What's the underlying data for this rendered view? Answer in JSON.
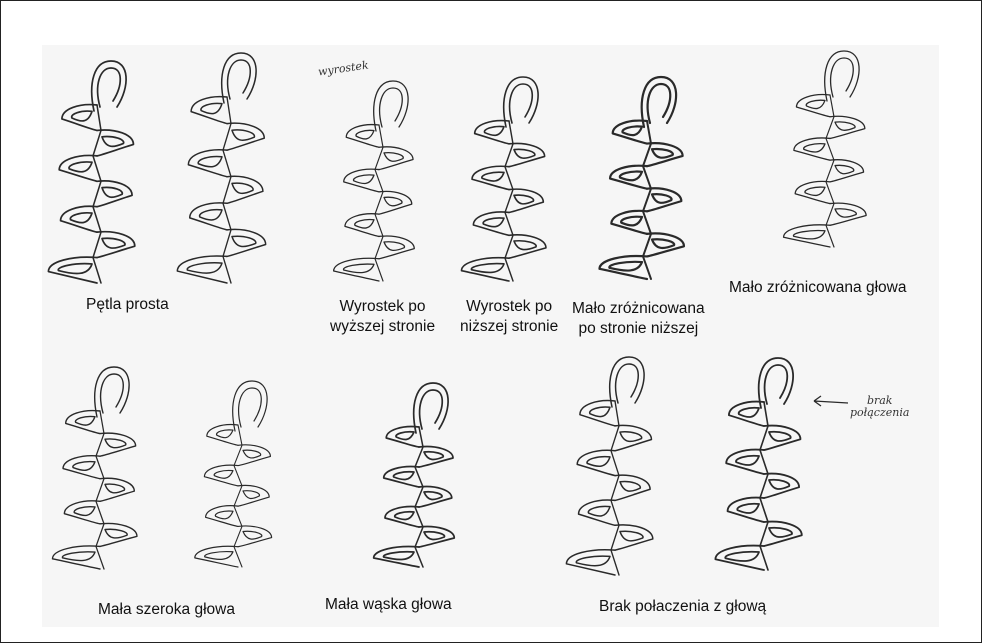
{
  "figures": [
    {
      "name": "petla-prosta-a",
      "caption_ref": "petla_prosta"
    },
    {
      "name": "petla-prosta-b",
      "caption_ref": "petla_prosta"
    },
    {
      "name": "wyrostek-wyzsza",
      "caption_ref": "wyrostek_wyzsza"
    },
    {
      "name": "wyrostek-nizsza",
      "caption_ref": "wyrostek_nizsza"
    },
    {
      "name": "malo-zroznicowana-nizsza",
      "caption_ref": "malo_zroznicowana_nizsza"
    },
    {
      "name": "malo-zroznicowana-glowa",
      "caption_ref": "malo_zroznicowana_glowa"
    },
    {
      "name": "mala-szeroka-a",
      "caption_ref": "mala_szeroka"
    },
    {
      "name": "mala-szeroka-b",
      "caption_ref": "mala_szeroka"
    },
    {
      "name": "mala-waska",
      "caption_ref": "mala_waska"
    },
    {
      "name": "brak-polaczenia-a",
      "caption_ref": "brak_polaczenia"
    },
    {
      "name": "brak-polaczenia-b",
      "caption_ref": "brak_polaczenia"
    }
  ],
  "captions": {
    "petla_prosta": "Pętla prosta",
    "wyrostek_wyzsza": "Wyrostek po\nwyższej stronie",
    "wyrostek_nizsza": "Wyrostek po\nniższej stronie",
    "malo_zroznicowana_nizsza": "Mało zróżnicowana\npo stronie niższej",
    "malo_zroznicowana_glowa": "Mało zróżnicowana głowa",
    "mala_szeroka": "Mała szeroka głowa",
    "mala_waska": "Mała wąska głowa",
    "brak_polaczenia": "Brak połaczenia z głową"
  },
  "annotations": {
    "wyrostek": "wyrostek",
    "brak_polaczenia": "brak\npołączenia"
  },
  "colors": {
    "ink": "#2a2a2a",
    "paper": "#f6f6f6"
  }
}
